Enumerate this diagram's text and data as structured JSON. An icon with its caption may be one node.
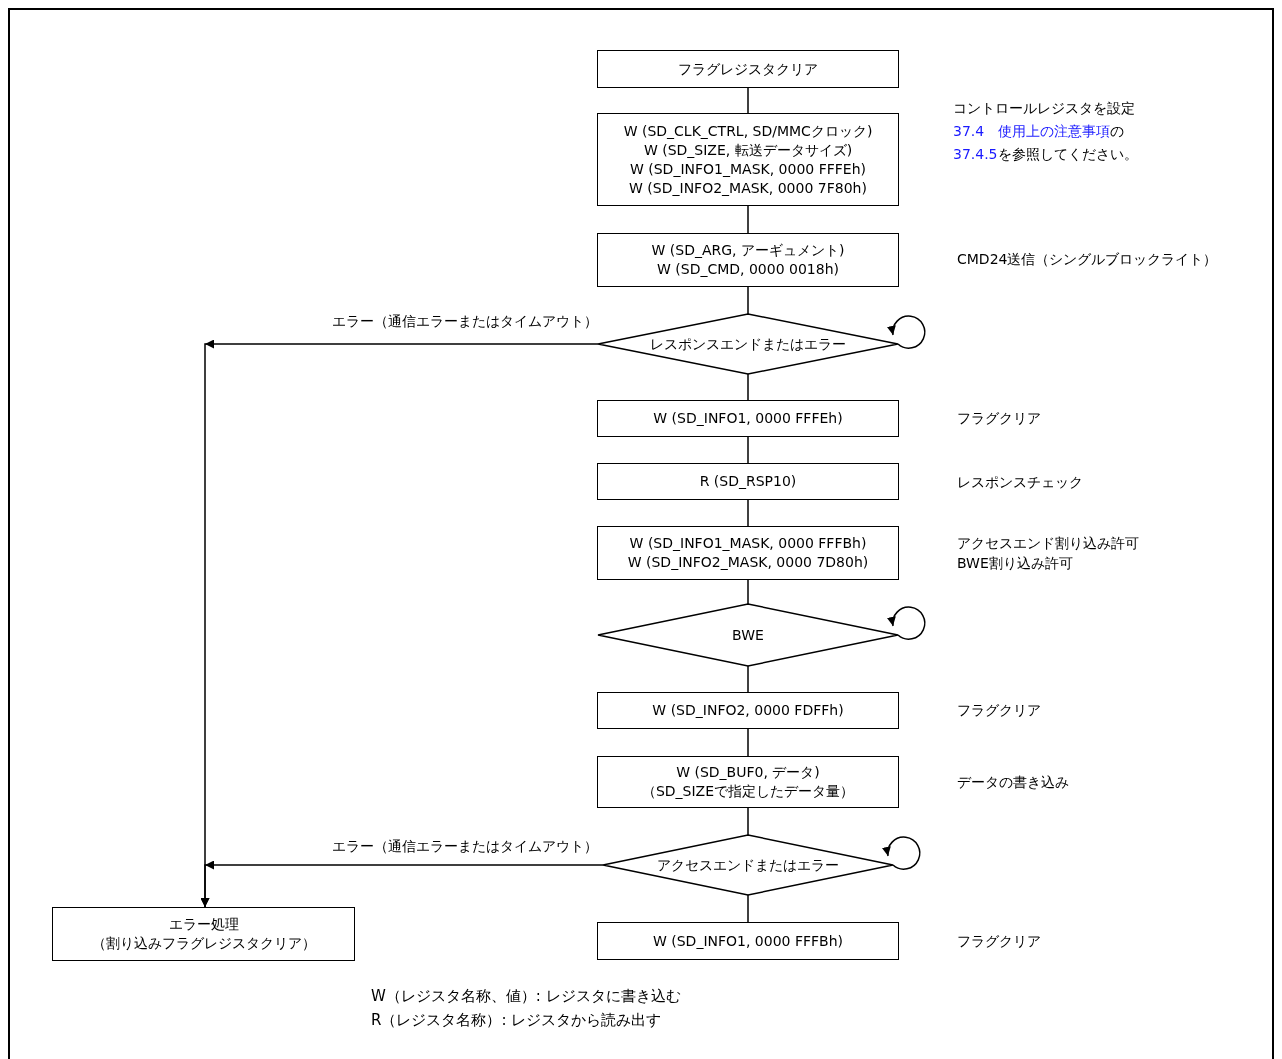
{
  "diagram": {
    "nodes": [
      {
        "text": [
          "フラグレジスタクリア"
        ]
      },
      {
        "text": [
          "W (SD_CLK_CTRL, SD/MMCクロック)",
          "W (SD_SIZE, 転送データサイズ)",
          "W (SD_INFO1_MASK, 0000 FFFEh)",
          "W (SD_INFO2_MASK, 0000 7F80h)"
        ]
      },
      {
        "text": [
          "W (SD_ARG, アーギュメント)",
          "W (SD_CMD, 0000 0018h)"
        ]
      },
      {
        "text": [
          "レスポンスエンドまたはエラー"
        ]
      },
      {
        "text": [
          "W (SD_INFO1, 0000 FFFEh)"
        ]
      },
      {
        "text": [
          "R (SD_RSP10)"
        ]
      },
      {
        "text": [
          "W (SD_INFO1_MASK, 0000 FFFBh)",
          "W (SD_INFO2_MASK, 0000 7D80h)"
        ]
      },
      {
        "text": [
          "BWE"
        ]
      },
      {
        "text": [
          "W (SD_INFO2, 0000 FDFFh)"
        ]
      },
      {
        "text": [
          "W (SD_BUF0, データ)",
          "（SD_SIZEで指定したデータ量）"
        ]
      },
      {
        "text": [
          "アクセスエンドまたはエラー"
        ]
      },
      {
        "text": [
          "W (SD_INFO1, 0000 FFFBh)"
        ]
      },
      {
        "text": [
          "エラー処理",
          "（割り込みフラグレジスタクリア）"
        ]
      }
    ],
    "edges": [
      {
        "from": 0,
        "to": 1,
        "arrow": "none"
      },
      {
        "from": 1,
        "to": 2,
        "arrow": "none"
      },
      {
        "from": 2,
        "to": 3,
        "arrow": "none"
      },
      {
        "from": 3,
        "to": 4,
        "arrow": "none"
      },
      {
        "from": 4,
        "to": 5,
        "arrow": "none"
      },
      {
        "from": 5,
        "to": 6,
        "arrow": "none"
      },
      {
        "from": 6,
        "to": 7,
        "arrow": "none"
      },
      {
        "from": 7,
        "to": 8,
        "arrow": "none"
      },
      {
        "from": 8,
        "to": 9,
        "arrow": "none"
      },
      {
        "from": 9,
        "to": 10,
        "arrow": "none"
      },
      {
        "from": 10,
        "to": 11,
        "arrow": "none"
      },
      {
        "from": 3,
        "to": 3,
        "arrow": "to"
      },
      {
        "from": 7,
        "to": 7,
        "arrow": "to"
      },
      {
        "from": 10,
        "to": 10,
        "arrow": "to"
      },
      {
        "from": 3,
        "to": 12,
        "arrow": "to",
        "label": "エラー（通信エラーまたはタイムアウト）"
      },
      {
        "from": 10,
        "to": 12,
        "arrow": "to",
        "label": "エラー（通信エラーまたはタイムアウト）"
      }
    ],
    "labels": [
      "コントロールレジスタを設定",
      "**37.4　使用上の注意事項**の",
      "**37.4.5**を参照してください。",
      "CMD24送信（シングルブロックライト）",
      "フラグクリア",
      "レスポンスチェック",
      "アクセスエンド割り込み許可",
      "BWE割り込み許可",
      "フラグクリア",
      "データの書き込み",
      "フラグクリア",
      "W（レジスタ名称、値）: レジスタに書き込む",
      "R（レジスタ名称）: レジスタから読み出す"
    ]
  }
}
